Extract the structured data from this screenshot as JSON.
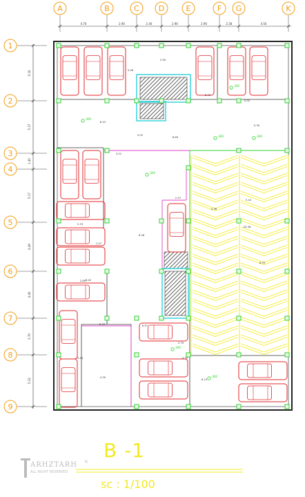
{
  "column_labels": [
    "A",
    "B",
    "C",
    "D",
    "E",
    "F",
    "G",
    "K"
  ],
  "column_spacings": [
    "4.70",
    "2.90",
    "2.40",
    "2.90",
    "2.90",
    "2.58",
    "4.50"
  ],
  "row_labels": [
    "1",
    "2",
    "3",
    "4",
    "5",
    "6",
    "7",
    "8",
    "9"
  ],
  "row_spacings": [
    "5.16",
    "5.37",
    "1.40",
    "5.17",
    "4.49",
    "4.40",
    "3.70",
    "5.32"
  ],
  "elevation_marks": [
    "-360",
    "-360",
    "-360",
    "-360",
    "-360",
    "-360",
    "-360"
  ],
  "dimension_labels": [
    "2.90",
    "5.06",
    "3.21",
    "6.69",
    "5.02",
    "6.43",
    "2.97",
    "5.36",
    "5.33",
    "1.07",
    "6.36",
    "2.80",
    "4.30",
    "6.42",
    "5.32",
    "5.30",
    "5.43",
    "8.42",
    "6.14",
    "2.79",
    "5.33",
    "6.33",
    "3.10",
    "20.36",
    "4.30",
    "6.97"
  ],
  "sheet": {
    "title": "B -1",
    "scale": "sc : 1/100",
    "logo_name": "ARHZTARH",
    "logo_tagline": "ALL RIGHT RESERVED",
    "logo_mark": "®"
  },
  "colors": {
    "grid_label": "#f39c12",
    "car": "#e0242a",
    "column": "#2fd12f",
    "ramp": "#f2ea22",
    "wall": "#222222",
    "core": "#2ad0d8",
    "magenta": "#e040c8"
  }
}
